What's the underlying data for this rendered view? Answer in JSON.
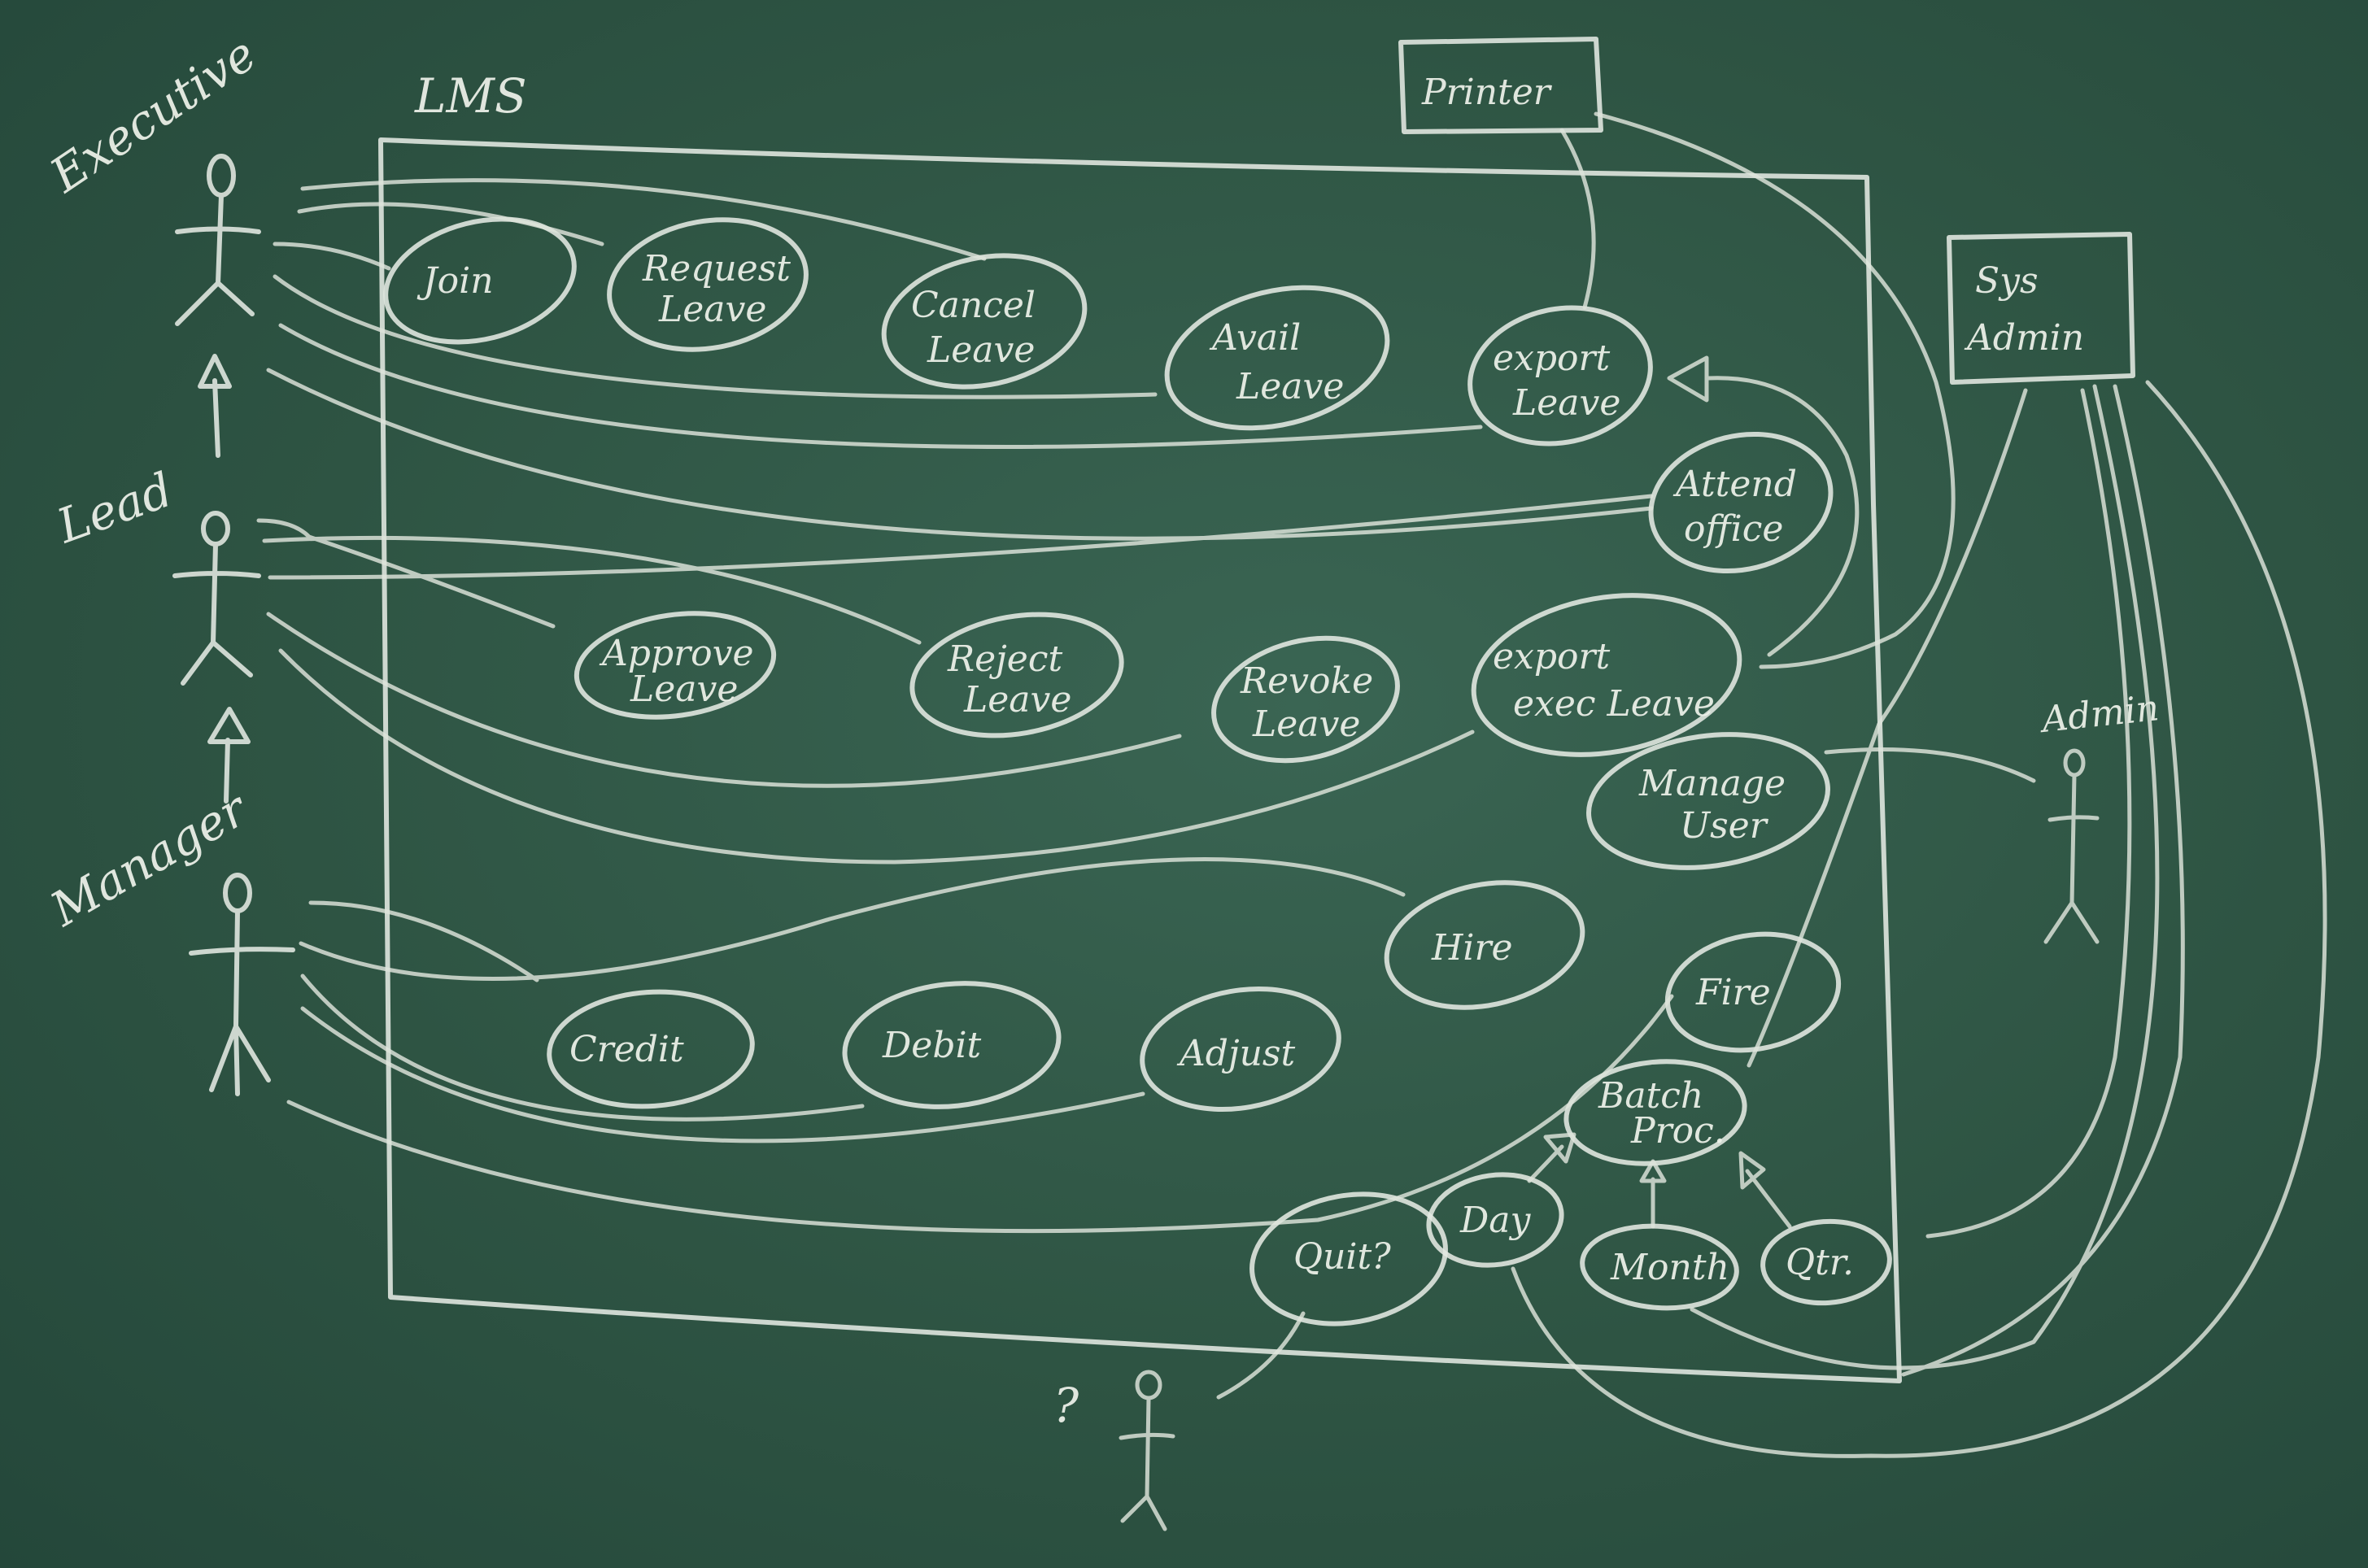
{
  "system": {
    "name": "LMS"
  },
  "actors": {
    "executive": "Executive",
    "lead": "Lead",
    "manager": "Manager",
    "admin": "Admin",
    "unknown": "?"
  },
  "external": {
    "printer": "Printer",
    "sysadmin_line1": "Sys",
    "sysadmin_line2": "Admin"
  },
  "use_cases": {
    "join": "Join",
    "request_leave": {
      "l1": "Request",
      "l2": "Leave"
    },
    "cancel_leave": {
      "l1": "Cancel",
      "l2": "Leave"
    },
    "avail_leave": {
      "l1": "Avail",
      "l2": "Leave"
    },
    "export_leave": {
      "l1": "export",
      "l2": "Leave"
    },
    "attend_office": {
      "l1": "Attend",
      "l2": "office"
    },
    "approve_leave": {
      "l1": "Approve",
      "l2": "Leave"
    },
    "reject_leave": {
      "l1": "Reject",
      "l2": "Leave"
    },
    "revoke_leave": {
      "l1": "Revoke",
      "l2": "Leave"
    },
    "export_exec_leave": {
      "l1": "export",
      "l2": "exec Leave"
    },
    "manage_user": {
      "l1": "Manage",
      "l2": "User"
    },
    "hire": "Hire",
    "fire": "Fire",
    "credit": "Credit",
    "debit": "Debit",
    "adjust": "Adjust",
    "batch_proc": {
      "l1": "Batch",
      "l2": "Proc."
    },
    "quit": "Quit?",
    "day": "Day",
    "month": "Month",
    "qtr": "Qtr."
  },
  "colors": {
    "board": "#2f5545",
    "chalk": "#e4e9e2"
  }
}
